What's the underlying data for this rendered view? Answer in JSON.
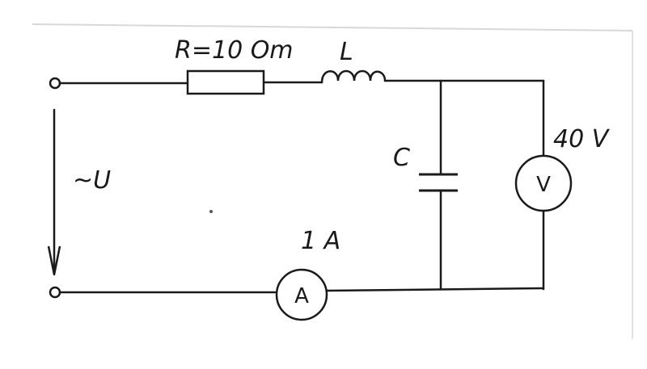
{
  "circuit": {
    "resistor_label": "R=10 Om",
    "inductor_label": "L",
    "capacitor_label": "C",
    "source_label": "~U",
    "ammeter_reading": "1 A",
    "voltmeter_reading": "40 V",
    "ammeter_symbol": "A",
    "voltmeter_symbol": "V"
  },
  "colors": {
    "ink": "#1a1a1a",
    "paper": "#ffffff"
  }
}
